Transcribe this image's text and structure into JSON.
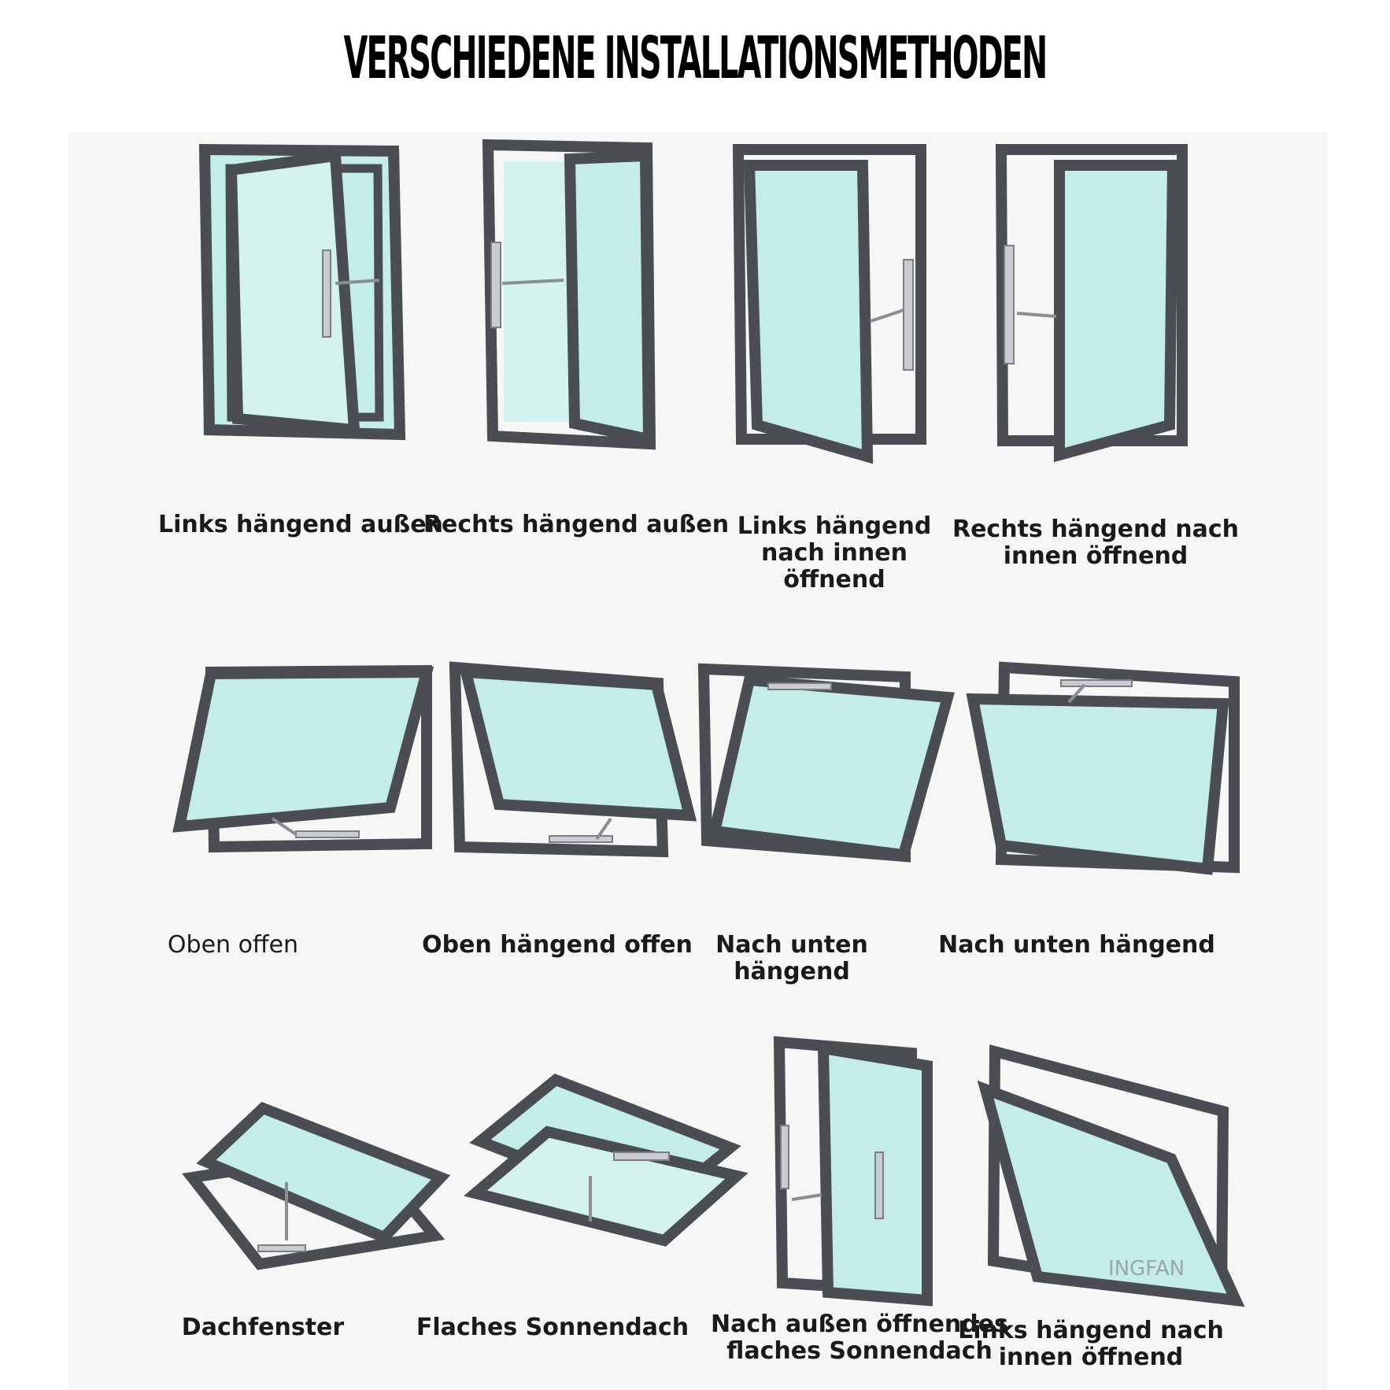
{
  "title": "VERSCHIEDENE INSTALLATIONSMETHODEN",
  "watermark": "INGFAN",
  "colors": {
    "frame": "#4a4d52",
    "glass": "#c4ece8",
    "background": "#f6f6f6",
    "text": "#1a1a1a"
  },
  "methods": [
    {
      "label": "Links hängend außen",
      "icon": "casement-left-outward-window-icon"
    },
    {
      "label": "Rechts hängend außen",
      "icon": "casement-right-outward-window-icon"
    },
    {
      "label": "Links hängend\nnach innen\nöffnend",
      "icon": "casement-left-inward-window-icon"
    },
    {
      "label": "Rechts hängend nach\ninnen öffnend",
      "icon": "casement-right-inward-window-icon"
    },
    {
      "label": "Oben offen",
      "icon": "top-open-window-icon"
    },
    {
      "label": "Oben hängend offen",
      "icon": "top-hung-window-icon"
    },
    {
      "label": "Nach unten\nhängend",
      "icon": "bottom-hung-window-icon"
    },
    {
      "label": "Nach unten hängend",
      "icon": "bottom-hung-inward-window-icon"
    },
    {
      "label": "Dachfenster",
      "icon": "skylight-window-icon"
    },
    {
      "label": "Flaches Sonnendach",
      "icon": "flat-sunroof-window-icon"
    },
    {
      "label": "Nach außen öffnendes\nflaches Sonnendach",
      "icon": "outward-flat-sunroof-window-icon"
    },
    {
      "label": "Links hängend nach\ninnen öffnend",
      "icon": "tilt-inward-window-icon"
    }
  ]
}
